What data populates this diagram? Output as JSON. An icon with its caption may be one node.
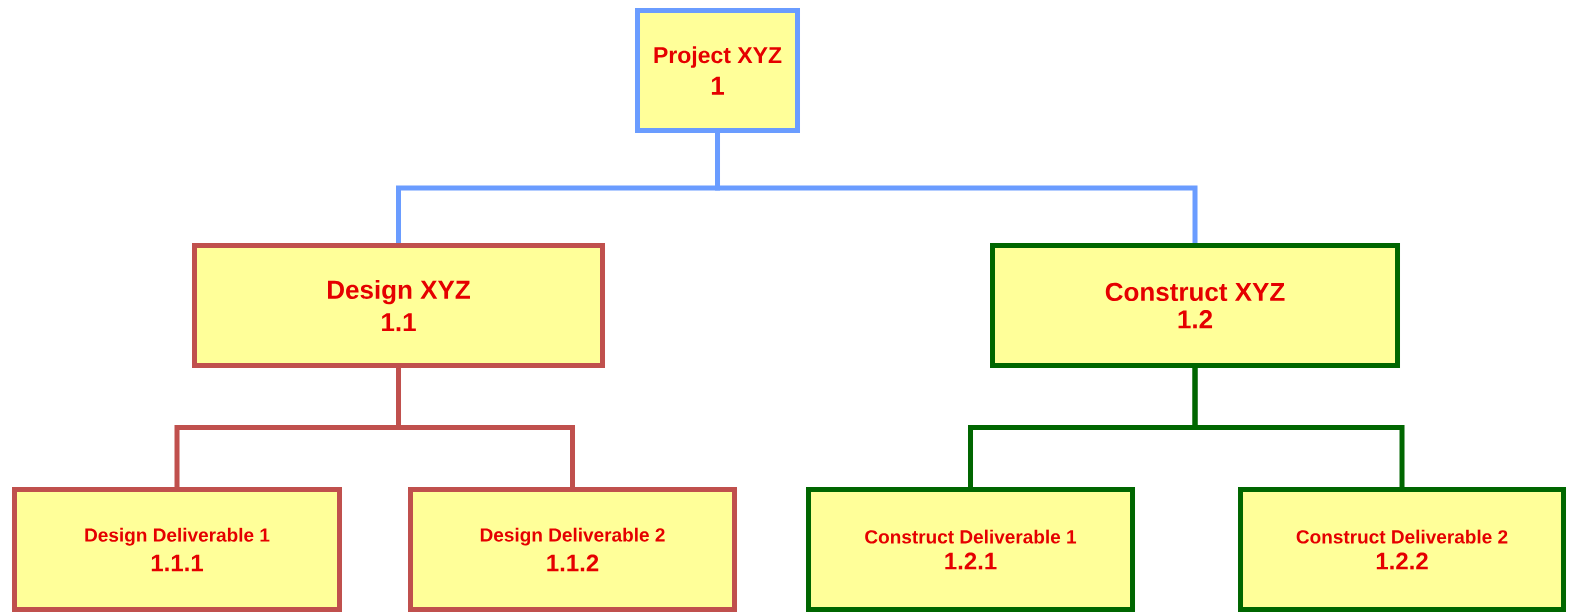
{
  "diagram": {
    "nodes": [
      {
        "text": [
          "Project XYZ",
          "1"
        ]
      },
      {
        "text": [
          "Design XYZ",
          "1.1"
        ]
      },
      {
        "text": [
          "Construct XYZ",
          "1.2"
        ]
      },
      {
        "text": [
          "Design Deliverable 1",
          "1.1.1"
        ]
      },
      {
        "text": [
          "Design Deliverable 2",
          "1.1.2"
        ]
      },
      {
        "text": [
          "Construct Deliverable 1",
          "1.2.1"
        ]
      },
      {
        "text": [
          "Construct Deliverable 2",
          "1.2.2"
        ]
      }
    ],
    "edges": [
      {
        "from": 0,
        "to": 1,
        "arrow": "none",
        "color": "#6a9cff"
      },
      {
        "from": 0,
        "to": 2,
        "arrow": "none",
        "color": "#6a9cff"
      },
      {
        "from": 1,
        "to": 3,
        "arrow": "none",
        "color": "#c0504d"
      },
      {
        "from": 1,
        "to": 4,
        "arrow": "none",
        "color": "#c0504d"
      },
      {
        "from": 2,
        "to": 5,
        "arrow": "none",
        "color": "#006600"
      },
      {
        "from": 2,
        "to": 6,
        "arrow": "none",
        "color": "#006600"
      }
    ]
  }
}
